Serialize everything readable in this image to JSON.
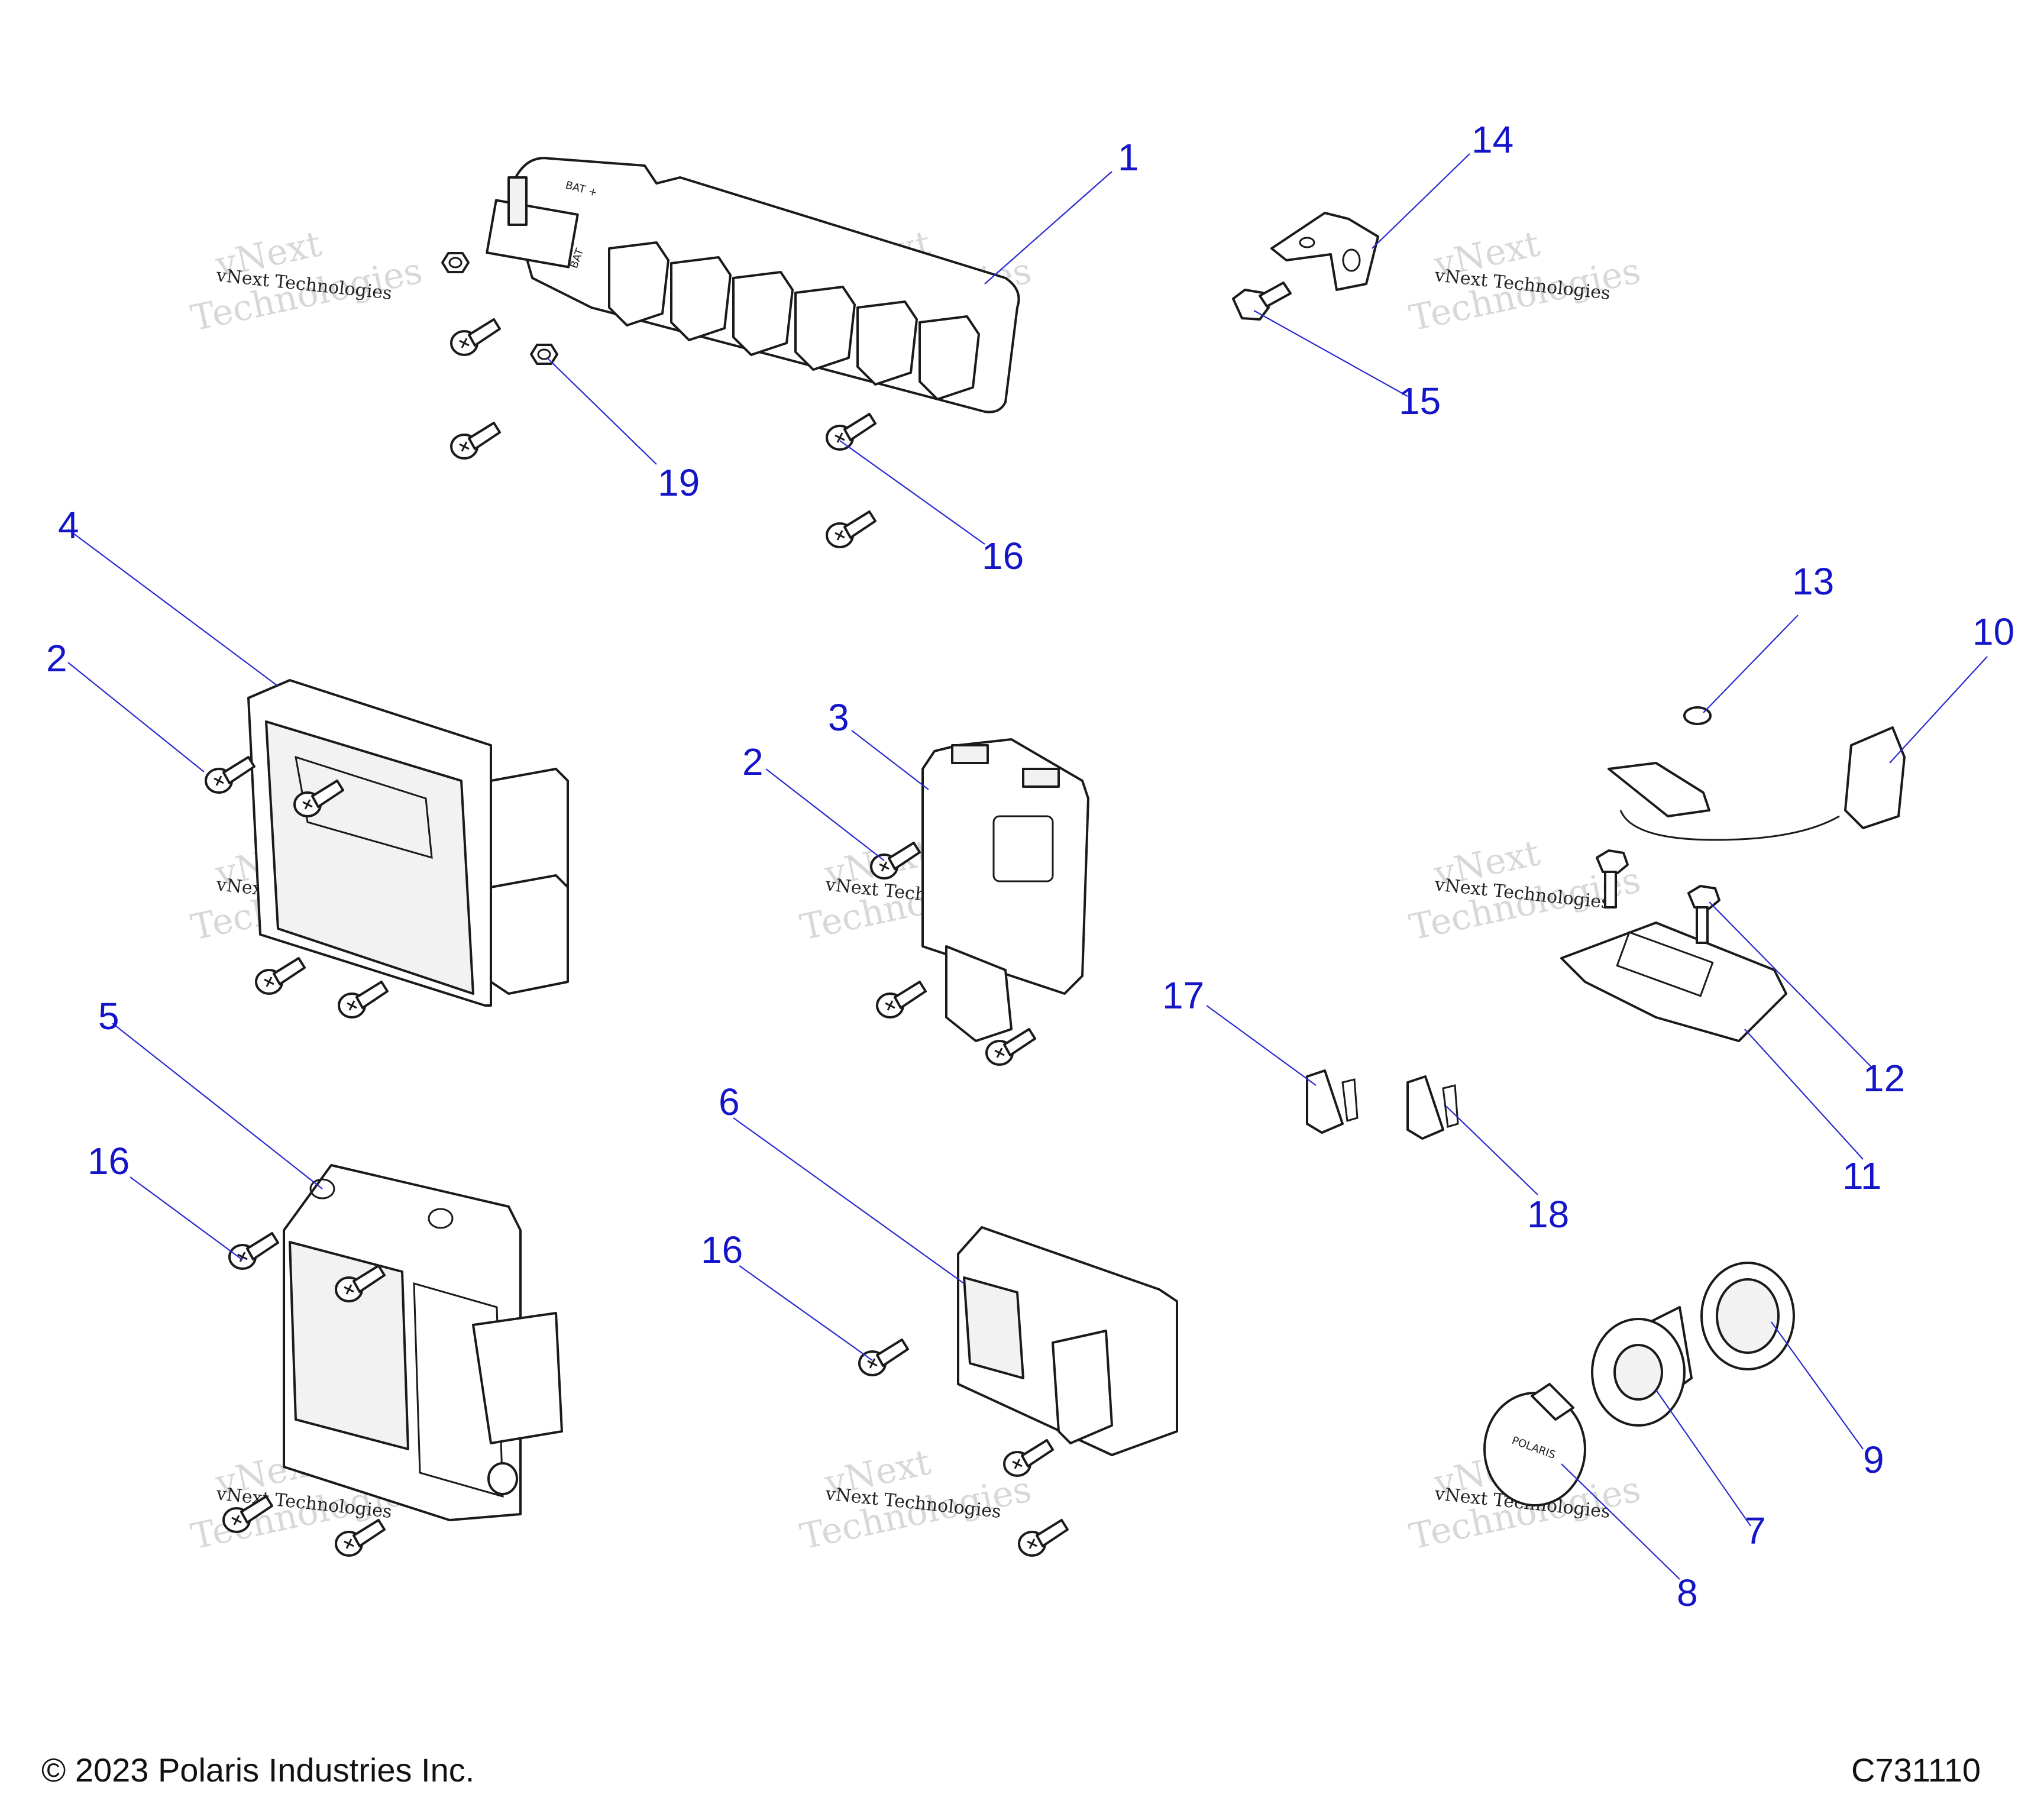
{
  "callouts": [
    "1",
    "2",
    "2",
    "3",
    "4",
    "5",
    "6",
    "7",
    "8",
    "9",
    "10",
    "11",
    "12",
    "13",
    "14",
    "15",
    "16",
    "16",
    "16",
    "17",
    "18",
    "19"
  ],
  "labels": {
    "bat_plus": "BAT +",
    "bat": "BAT",
    "polaris": "POLARIS"
  },
  "watermark": {
    "line1": "vNext",
    "line2": "Technologies",
    "small": "vNext Technologies"
  },
  "footer": {
    "copyright": "© 2023 Polaris Industries Inc.",
    "code": "C731110"
  },
  "colors": {
    "callout": "#1414c8",
    "leader": "#2a2ad0",
    "line": "#1a1a1a",
    "watermark": "#c8c8c8"
  }
}
